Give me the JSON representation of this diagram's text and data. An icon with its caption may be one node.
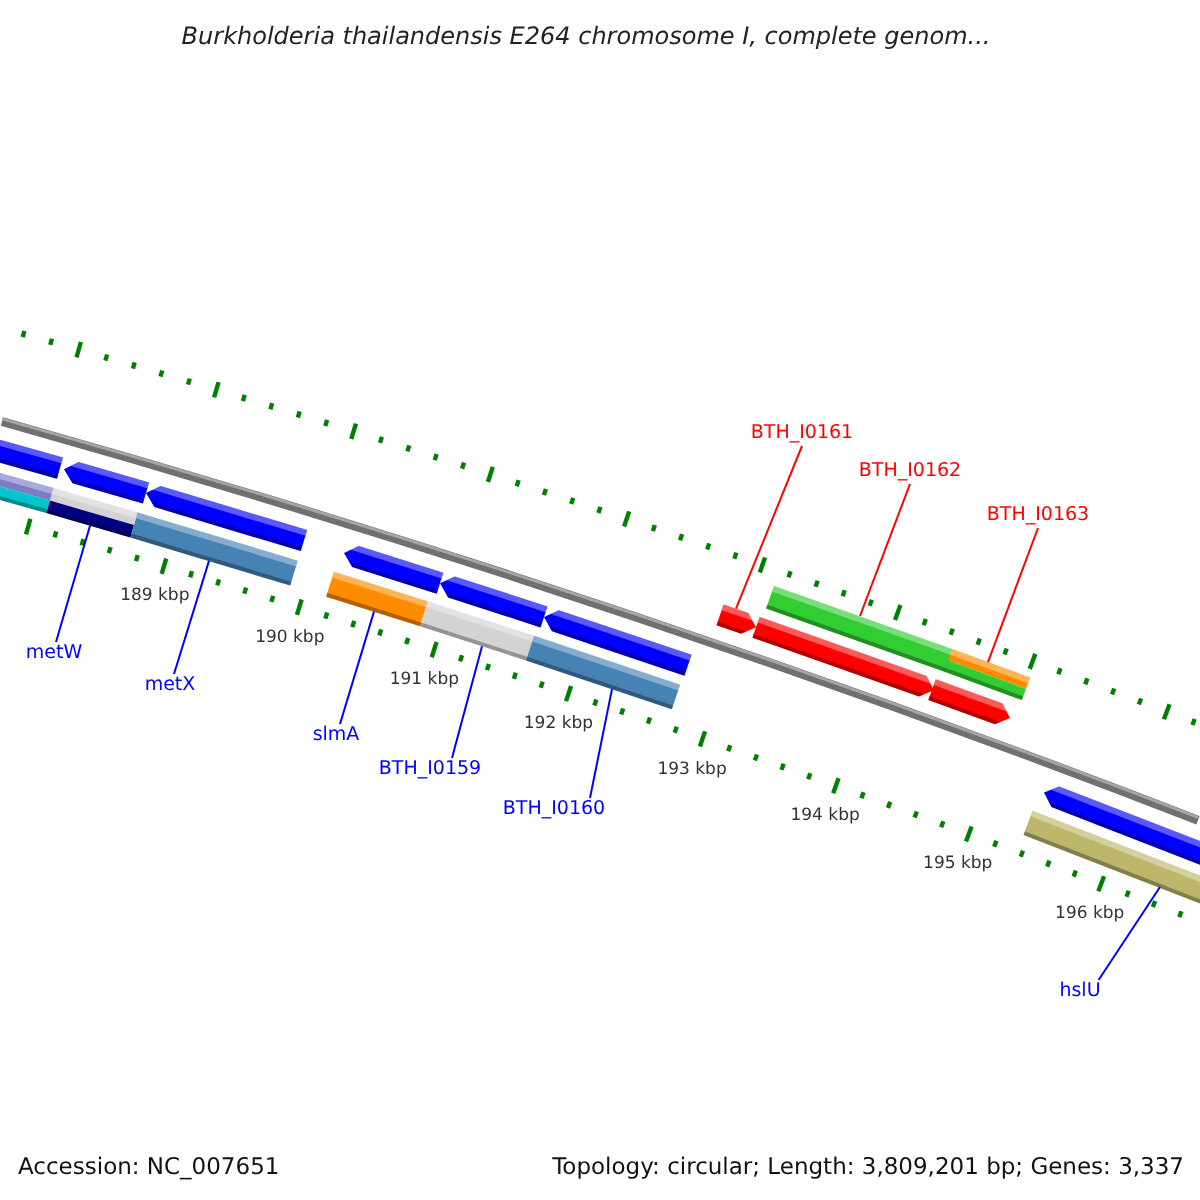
{
  "diagram": {
    "title": "Burkholderia thailandensis E264 chromosome I, complete genom...",
    "nodes": [
      {
        "text": [
          "metW"
        ]
      },
      {
        "text": [
          "metX"
        ]
      },
      {
        "text": [
          "slmA"
        ]
      },
      {
        "text": [
          "BTH_I0159"
        ]
      },
      {
        "text": [
          "BTH_I0160"
        ]
      },
      {
        "text": [
          "BTH_I0161"
        ]
      },
      {
        "text": [
          "BTH_I0162"
        ]
      },
      {
        "text": [
          "BTH_I0163"
        ]
      },
      {
        "text": [
          "hslU"
        ]
      },
      {
        "text": [],
        "shape": "bar"
      },
      {
        "text": [],
        "shape": "bar"
      },
      {
        "text": [],
        "shape": "bar"
      },
      {
        "text": [],
        "shape": "bar"
      },
      {
        "text": [],
        "shape": "bar"
      },
      {
        "text": [],
        "shape": "arrow"
      },
      {
        "text": [],
        "shape": "bar"
      },
      {
        "text": [],
        "shape": "bar"
      },
      {
        "text": [],
        "shape": "bar"
      }
    ],
    "edges": [
      {
        "from": 0,
        "to": 9,
        "arrow": "none"
      },
      {
        "from": 1,
        "to": 10,
        "arrow": "none"
      },
      {
        "from": 2,
        "to": 11,
        "arrow": "none"
      },
      {
        "from": 3,
        "to": 12,
        "arrow": "none"
      },
      {
        "from": 4,
        "to": 13,
        "arrow": "none"
      },
      {
        "from": 5,
        "to": 14,
        "arrow": "none",
        "color": "#ff0000"
      },
      {
        "from": 6,
        "to": 15,
        "arrow": "none",
        "color": "#ff0000"
      },
      {
        "from": 7,
        "to": 16,
        "arrow": "none",
        "color": "#ff0000"
      },
      {
        "from": 8,
        "to": 17,
        "arrow": "none"
      }
    ],
    "labels": [
      "189 kbp",
      "190 kbp",
      "191 kbp",
      "192 kbp",
      "193 kbp",
      "194 kbp",
      "195 kbp",
      "196 kbp",
      "Accession: NC_007651",
      "Topology: circular; Length: 3,809,201 bp; Genes: 3,337"
    ]
  }
}
